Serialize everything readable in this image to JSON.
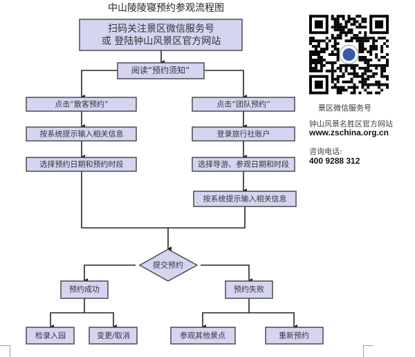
{
  "title": "中山陵陵寝预约参观流程图",
  "flow": {
    "start": [
      "扫码关注景区微信服务号",
      "或 登陆钟山风景区官方网站"
    ],
    "read": "阅读“预约须知”",
    "left": [
      "点击“散客预约”",
      "按系统提示输入相关信息",
      "选择预约日期和预约时段"
    ],
    "right": [
      "点击“团队预约”",
      "登录旅行社账户",
      "选择导游、参观日期和时段",
      "按系统提示输入相关信息"
    ],
    "decision": "提交预约",
    "success": "预约成功",
    "fail": "预约失败",
    "success_children": [
      "检录入园",
      "变更/取消"
    ],
    "fail_children": [
      "参观其他景点",
      "重新预约"
    ]
  },
  "sidebar": {
    "qr_caption": "景区微信服务号",
    "site_label": "钟山风景名胜区官方网站",
    "site_url": "www.zschina.org.cn",
    "phone_label": "咨询电话:",
    "phone": "400 9288 312"
  },
  "colors": {
    "box_fill": "#d5d5f2",
    "box_stroke": "#4a4a4a"
  }
}
